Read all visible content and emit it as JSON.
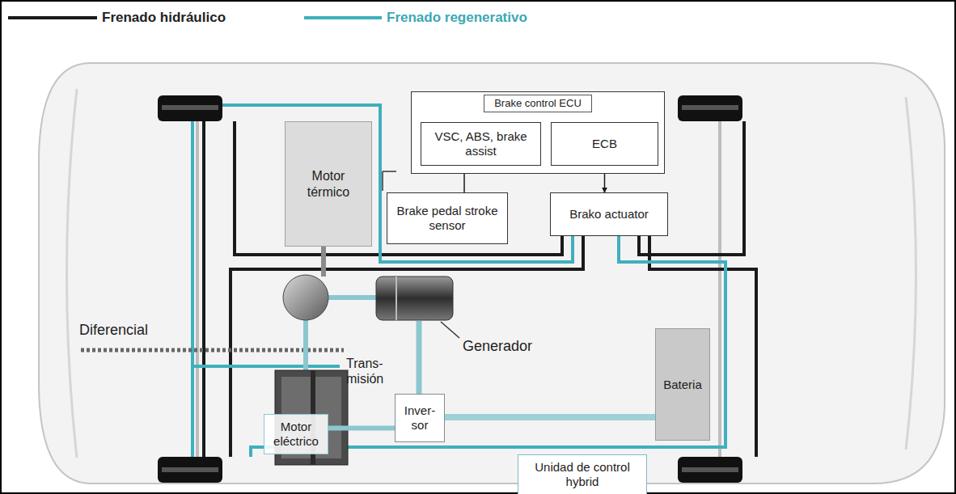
{
  "diagram": {
    "nodes": [
      {
        "text": [
          "Brake control ECU"
        ]
      },
      {
        "text": [
          "VSC, ABS, brake assist"
        ],
        "in": 0
      },
      {
        "text": [
          "ECB"
        ],
        "in": 0
      },
      {
        "text": [
          "Brake pedal stroke sensor"
        ]
      },
      {
        "text": [
          "Brako actuator"
        ]
      },
      {
        "text": [
          "Motor térmico"
        ]
      },
      {
        "text": [
          "Motor eléctrico"
        ]
      },
      {
        "text": [
          "Inver- sor"
        ]
      },
      {
        "text": [
          "Bateria"
        ]
      },
      {
        "text": [
          "Unidad de control hybrid"
        ]
      }
    ],
    "edges": [
      {
        "from": 3,
        "to": 1,
        "arrow": "to"
      },
      {
        "from": 2,
        "to": 4,
        "arrow": "to"
      },
      {
        "from": 7,
        "to": 8,
        "arrow": "none"
      },
      {
        "from": 6,
        "to": 7,
        "arrow": "none"
      }
    ],
    "labels": [
      "Diferencial",
      "Trans- misión",
      "Generador"
    ],
    "legend": [
      {
        "text": "Frenado hidráulico"
      },
      {
        "text": "Frenado regenerativo"
      }
    ]
  }
}
